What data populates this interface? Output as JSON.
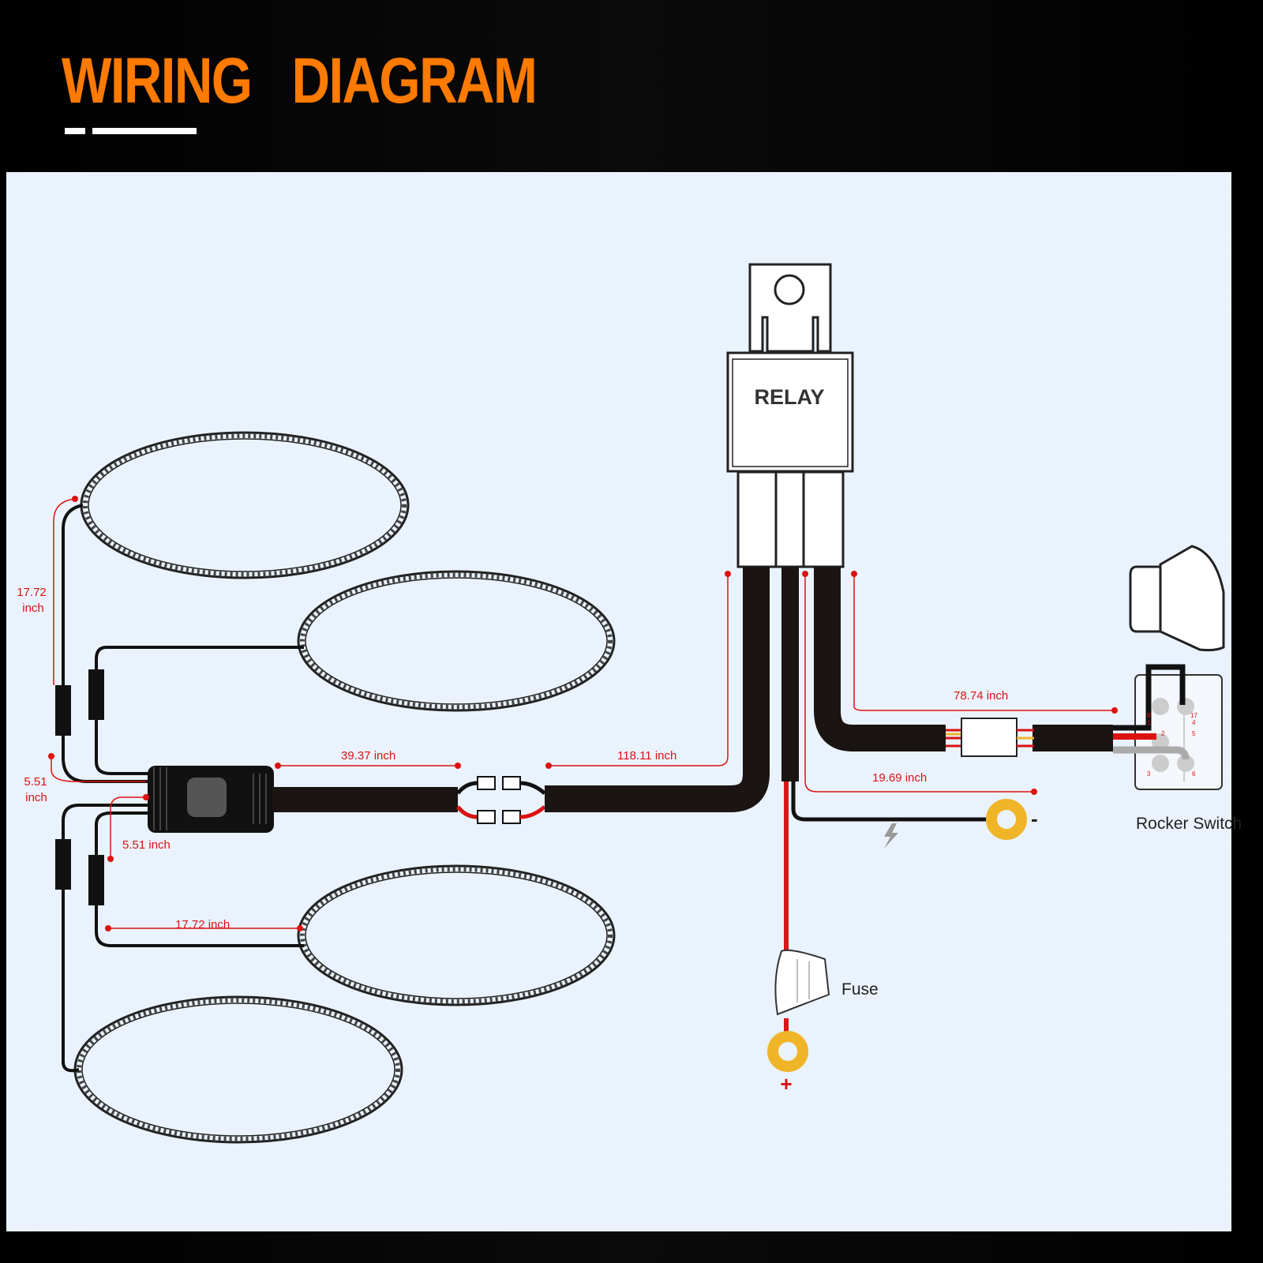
{
  "title": "WIRING   DIAGRAM",
  "relay_label": "RELAY",
  "fuse_label": "Fuse",
  "switch_label": "Rocker Switch",
  "dimensions": {
    "ring_spacing_top": [
      "17.72",
      "inch"
    ],
    "controller_split": [
      "5.51",
      "inch"
    ],
    "controller_split_lower": "5.51 inch",
    "ring_spacing_bottom": "17.72 inch",
    "controller_cable": "39.37 inch",
    "relay_cable": "118.11 inch",
    "switch_cable": "78.74 inch",
    "ground_cable": "19.69 inch"
  },
  "terminal_marks": {
    "negative": "-",
    "positive": "+"
  },
  "switch_pins": [
    "8'",
    "1",
    "2",
    "3",
    "17",
    "4",
    "5",
    "6"
  ],
  "colors": {
    "title": "#ff7a00",
    "dimension": "#d11111",
    "background": "#eaf3fd",
    "terminal": "#f0b429",
    "power_wire": "#d81818"
  }
}
